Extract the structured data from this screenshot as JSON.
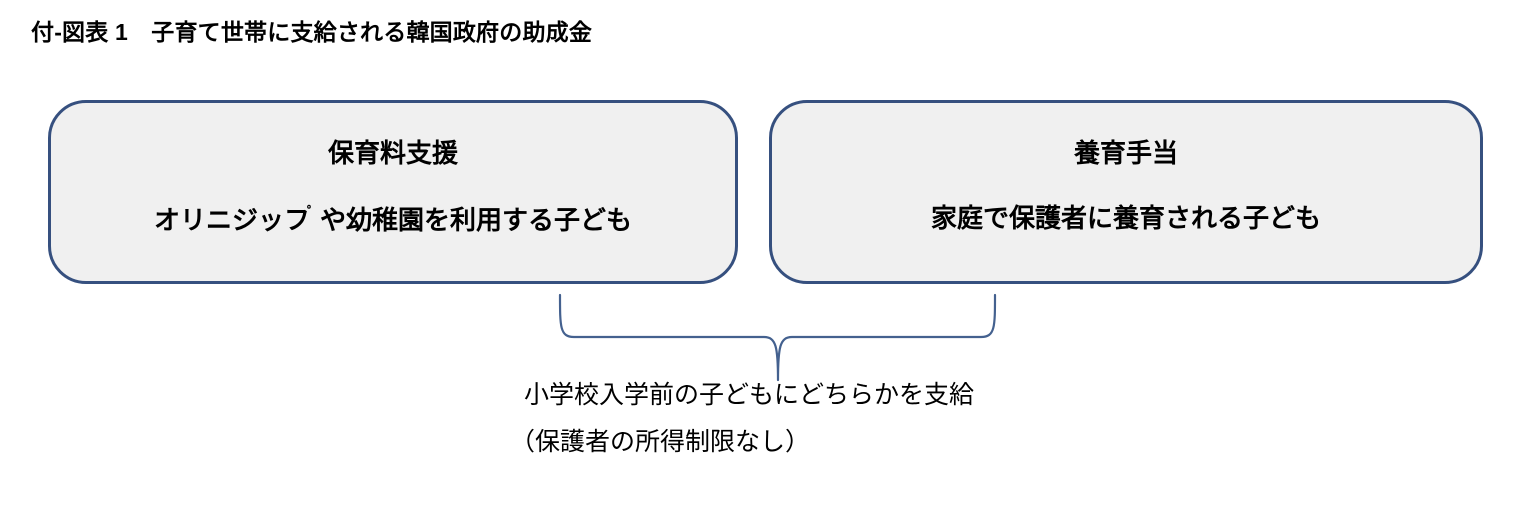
{
  "figure": {
    "title": "付-図表 1　子育て世帯に支給される韓国政府の助成金",
    "background_color": "#FFFFFF"
  },
  "boxes": [
    {
      "id": "childcare-subsidy",
      "heading": "保育料支援",
      "detail": "オリニジップや幼稚園を利用する子ども",
      "detail_before_ring": "オリニジッフ",
      "ring_glyph": "゜",
      "detail_after_ring": "や幼稚園を利用する子ども",
      "fill_color": "#F0F0F0",
      "border_color": "#36507F"
    },
    {
      "id": "childrearing-allowance",
      "heading": "養育手当",
      "detail": "家庭で保護者に養育される子ども",
      "fill_color": "#F0F0F0",
      "border_color": "#36507F"
    }
  ],
  "connector": {
    "type": "curly-brace-down",
    "color": "#44618F"
  },
  "caption": {
    "line1": "小学校入学前の子どもにどちらかを支給",
    "line2": "（保護者の所得制限なし）"
  }
}
